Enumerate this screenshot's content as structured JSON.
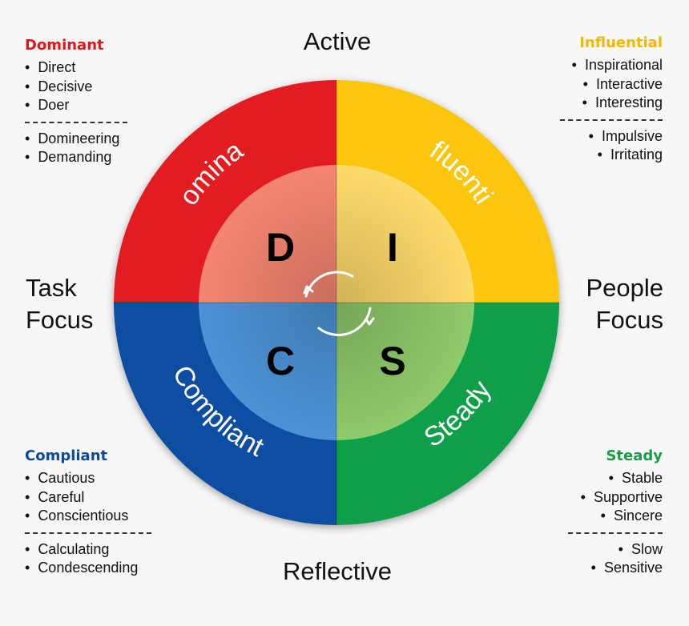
{
  "axes": {
    "top": "Active",
    "bottom": "Reflective",
    "left": [
      "Task",
      "Focus"
    ],
    "right": [
      "People",
      "Focus"
    ]
  },
  "wheel": {
    "quadrants": [
      {
        "key": "dominant",
        "name": "Dominant",
        "letter": "D",
        "outer": "#e31e24",
        "inner": "#f58571"
      },
      {
        "key": "influential",
        "name": "Influential",
        "letter": "I",
        "outer": "#fbc60b",
        "inner": "#fedb6c"
      },
      {
        "key": "steady",
        "name": "Steady",
        "letter": "S",
        "outer": "#0ea048",
        "inner": "#8fca6b"
      },
      {
        "key": "compliant",
        "name": "Compliant",
        "letter": "C",
        "outer": "#0b4da2",
        "inner": "#4b93d6"
      }
    ],
    "cycle_icon": "circular-arrows-icon"
  },
  "panels": {
    "dominant": {
      "title": "Dominant",
      "traits": [
        "Direct",
        "Decisive",
        "Doer"
      ],
      "overuse": [
        "Domineering",
        "Demanding"
      ]
    },
    "influential": {
      "title": "Influential",
      "traits": [
        "Inspirational",
        "Interactive",
        "Interesting"
      ],
      "overuse": [
        "Impulsive",
        "Irritating"
      ]
    },
    "compliant": {
      "title": "Compliant",
      "traits": [
        "Cautious",
        "Careful",
        "Conscientious"
      ],
      "overuse": [
        "Calculating",
        "Condescending"
      ]
    },
    "steady": {
      "title": "Steady",
      "traits": [
        "Stable",
        "Supportive",
        "Sincere"
      ],
      "overuse": [
        "Slow",
        "Sensitive"
      ]
    }
  }
}
